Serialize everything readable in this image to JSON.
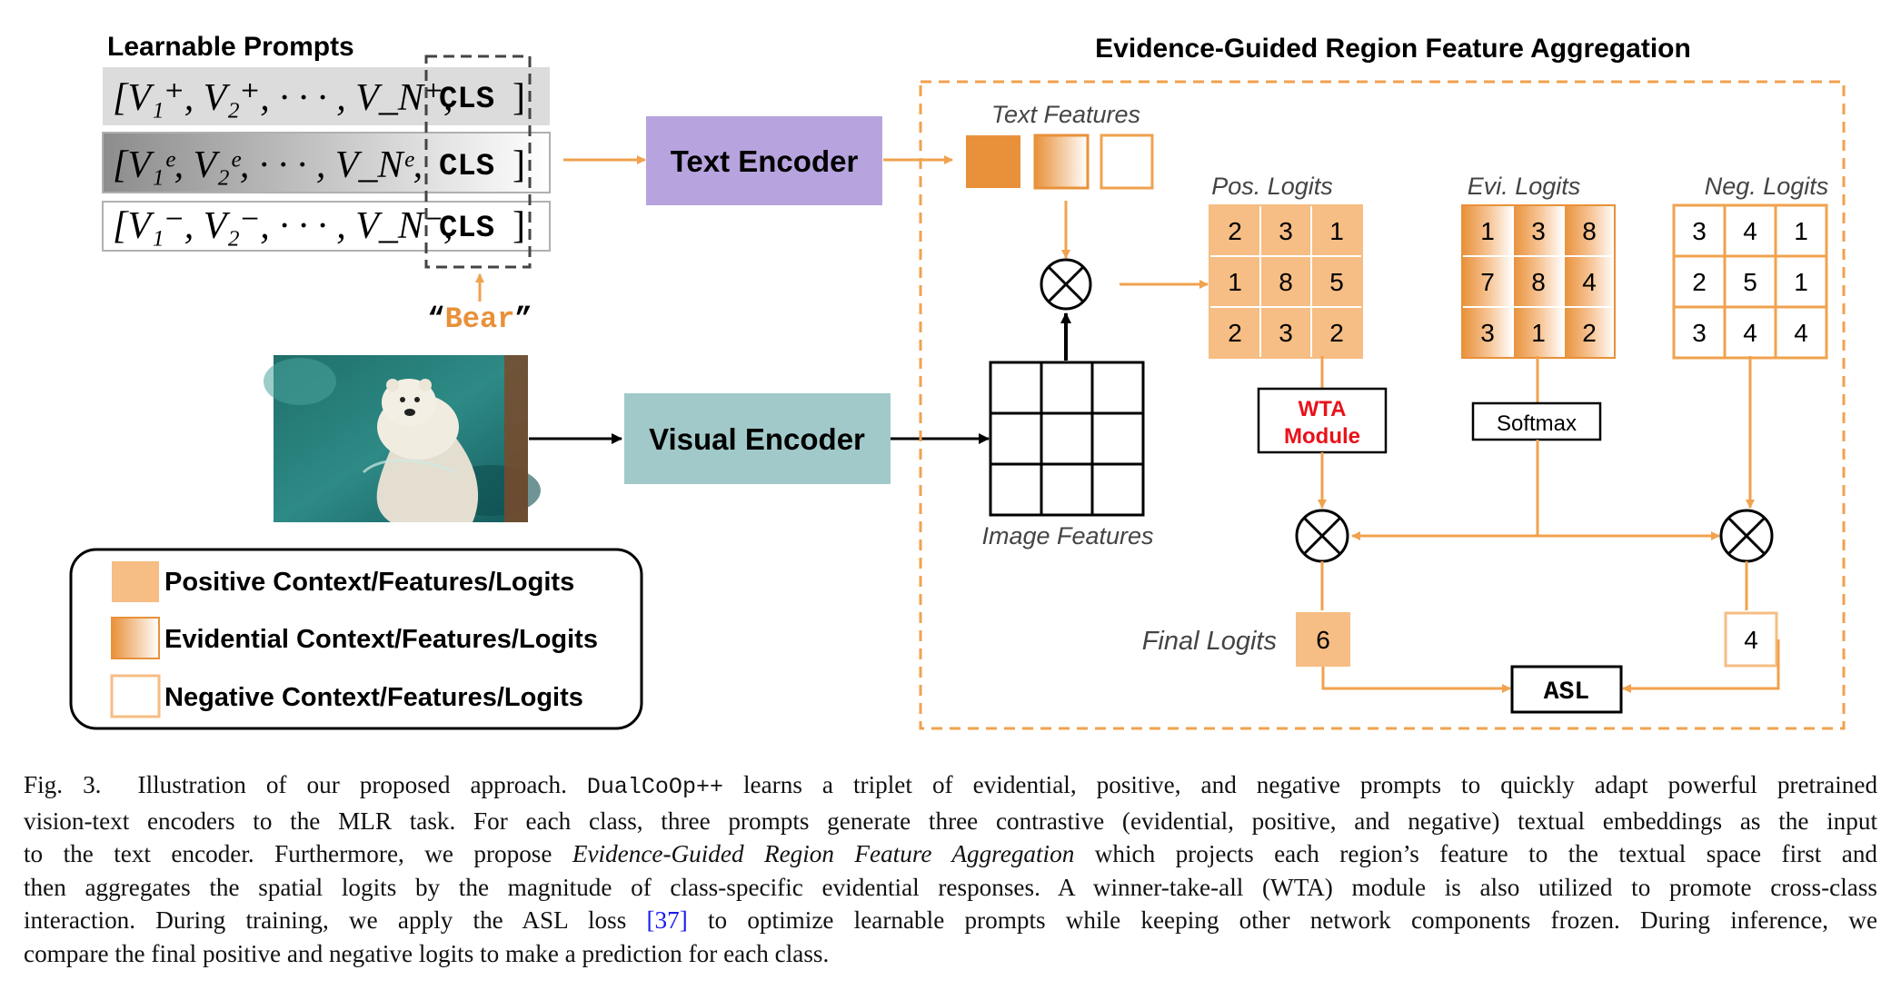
{
  "figure": {
    "left_title": "Learnable Prompts",
    "right_title": "Evidence-Guided Region Feature Aggregation",
    "prompts": {
      "positive_text": "[V₁⁺, V₂⁺, · · · , V_N⁺,",
      "evidential_text": "[V₁ᵉ, V₂ᵉ, · · · , V_Nᵉ,",
      "negative_text": "[V₁⁻, V₂⁻, · · · , V_N⁻,",
      "cls": "CLS",
      "close_bracket": "]",
      "class_name_open": "“",
      "class_name": "Bear",
      "class_name_close": "”"
    },
    "text_encoder": "Text Encoder",
    "visual_encoder": "Visual Encoder",
    "text_features_label": "Text Features",
    "image_features_label": "Image Features",
    "pos_logits_label": "Pos. Logits",
    "evi_logits_label": "Evi. Logits",
    "neg_logits_label": "Neg. Logits",
    "pos_logits": [
      [
        "2",
        "3",
        "1"
      ],
      [
        "1",
        "8",
        "5"
      ],
      [
        "2",
        "3",
        "2"
      ]
    ],
    "evi_logits": [
      [
        "1",
        "3",
        "8"
      ],
      [
        "7",
        "8",
        "4"
      ],
      [
        "3",
        "1",
        "2"
      ]
    ],
    "neg_logits": [
      [
        "3",
        "4",
        "1"
      ],
      [
        "2",
        "5",
        "1"
      ],
      [
        "3",
        "4",
        "4"
      ]
    ],
    "wta_line1": "WTA",
    "wta_line2": "Module",
    "softmax": "Softmax",
    "final_logits_label": "Final Logits",
    "final_pos": "6",
    "final_neg": "4",
    "asl": "ASL",
    "legend": {
      "positive": "Positive Context/Features/Logits",
      "evidential": "Evidential Context/Features/Logits",
      "negative": "Negative Context/Features/Logits"
    },
    "colors": {
      "orange": "#f0a24e",
      "orange_dark": "#e8913a",
      "orange_light": "#f6bd84",
      "text_encoder_bg": "#b7a3de",
      "visual_encoder_bg": "#a2c9c9",
      "wta_red": "#e8121a"
    },
    "photo_icon": "polar-bear-photo"
  },
  "caption": {
    "label": "Fig. 3.",
    "line1_a": "Illustration of our proposed approach.",
    "line1_code": "DualCoOp++",
    "line1_b": "learns a triplet of evidential, positive, and negative prompts to quickly adapt powerful pretrained",
    "line2": "vision-text encoders to the MLR task. For each class, three prompts generate three contrastive (evidential, positive, and negative) textual embeddings as the input",
    "line3_a": "to the text encoder. Furthermore, we propose",
    "line3_em": "Evidence-Guided Region Feature Aggregation",
    "line3_b": "which projects each region’s feature to the textual space first and",
    "line4": "then aggregates the spatial logits by the magnitude of class-specific evidential responses. A winner-take-all (WTA) module is also utilized to promote cross-class",
    "line5_a": "interaction. During training, we apply the ASL loss",
    "line5_ref": "[37]",
    "line5_b": "to optimize learnable prompts while keeping other network components frozen. During inference, we",
    "line6": "compare the final positive and negative logits to make a prediction for each class."
  }
}
